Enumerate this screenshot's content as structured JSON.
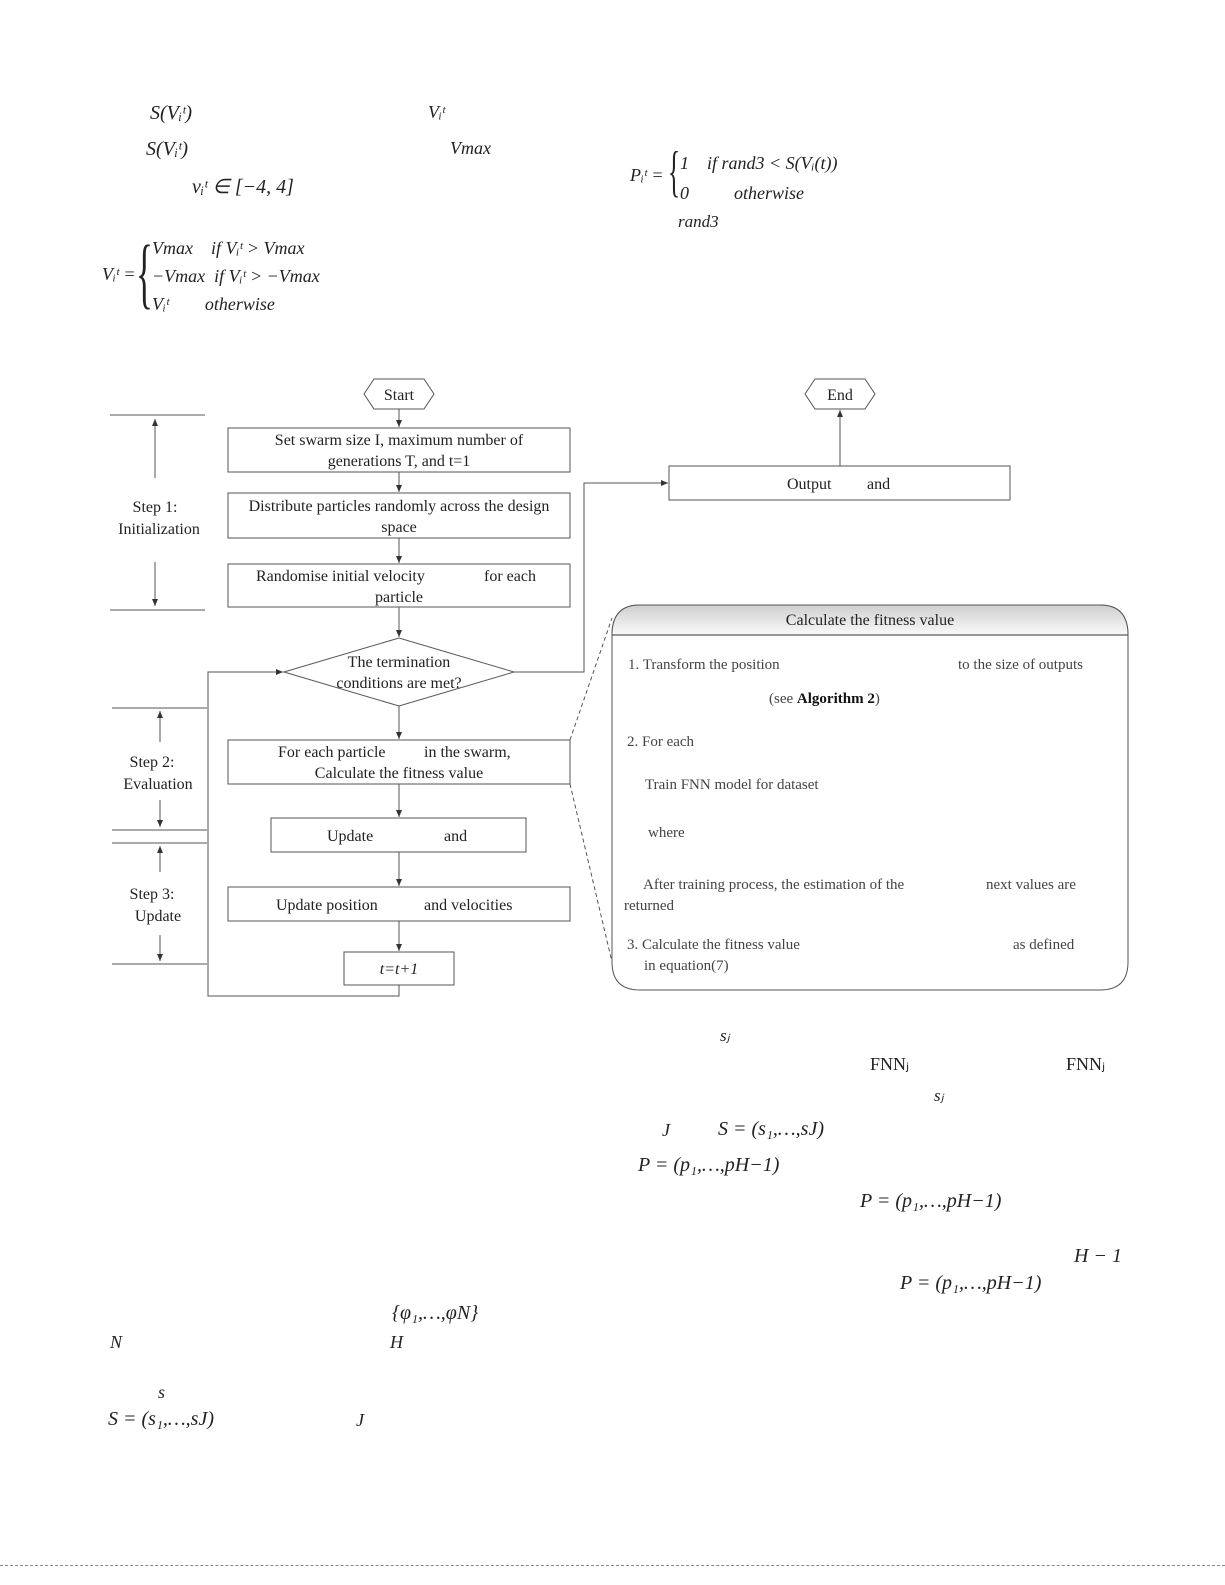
{
  "equations": {
    "s_vit_1": "S(Vᵢᵗ)",
    "vit_1": "Vᵢᵗ",
    "s_vit_2": "S(Vᵢᵗ)",
    "vmax_1": "Vmax",
    "v_range": "vᵢᵗ ∈ [−4, 4]",
    "clamp_lhs": "Vᵢᵗ =",
    "clamp_rows": [
      "Vmax    if Vᵢᵗ > Vmax",
      "−Vmax  if Vᵢᵗ > −Vmax",
      "Vᵢᵗ        otherwise"
    ],
    "p_lhs": "Pᵢᵗ =",
    "p_rows": [
      "1    if rand3 < S(Vᵢ(t))",
      "0          otherwise"
    ],
    "rand3": "rand3",
    "phi_set": "{φ₁,…,φN}",
    "N": "N",
    "H": "H",
    "s": "s",
    "S_vec_left": "S = (s₁,…,sJ)",
    "J_left": "J",
    "sj_1": "sⱼ",
    "fnn_1": "FNNⱼ",
    "fnn_2": "FNNⱼ",
    "sj_2": "sⱼ",
    "J_right": "J",
    "S_vec_right": "S = (s₁,…,sJ)",
    "P_vec_1": "P = (p₁,…,pH−1)",
    "P_vec_2": "P = (p₁,…,pH−1)",
    "H_minus_1": "H − 1",
    "P_vec_3": "P = (p₁,…,pH−1)"
  },
  "flowchart": {
    "start": "Start",
    "end": "End",
    "box1": [
      "Set swarm size I, maximum number of",
      "generations T, and t=1"
    ],
    "box2": [
      "Distribute particles randomly across the design",
      "space"
    ],
    "box3": [
      "Randomise initial velocity",
      "for each",
      "particle"
    ],
    "decision": [
      "The termination",
      "conditions are met?"
    ],
    "box4": [
      "For each particle",
      "in the swarm,",
      "Calculate the fitness value"
    ],
    "box5": [
      "Update",
      "and"
    ],
    "box6": [
      "Update position",
      "and velocities"
    ],
    "box7": "t=t+1",
    "output": [
      "Output",
      "and"
    ],
    "steps": [
      {
        "title": "Step 1:",
        "name": "Initialization"
      },
      {
        "title": "Step 2:",
        "name": "Evaluation"
      },
      {
        "title": "Step 3:",
        "name": "Update"
      }
    ],
    "callout": {
      "title": "Calculate the fitness value",
      "line1a": "1. Transform the position",
      "line1b": "to the size of outputs",
      "line1c": "(see ",
      "line1d": "Algorithm 2",
      "line1e": ")",
      "line2": "2. For each",
      "line3": "Train FNN model for dataset",
      "line4": "where",
      "line5a": "After training process, the estimation of the",
      "line5b": "next values are",
      "line5c": "returned",
      "line6a": "3. Calculate the fitness value",
      "line6b": "as defined",
      "line6c": "in equation(7)"
    }
  }
}
